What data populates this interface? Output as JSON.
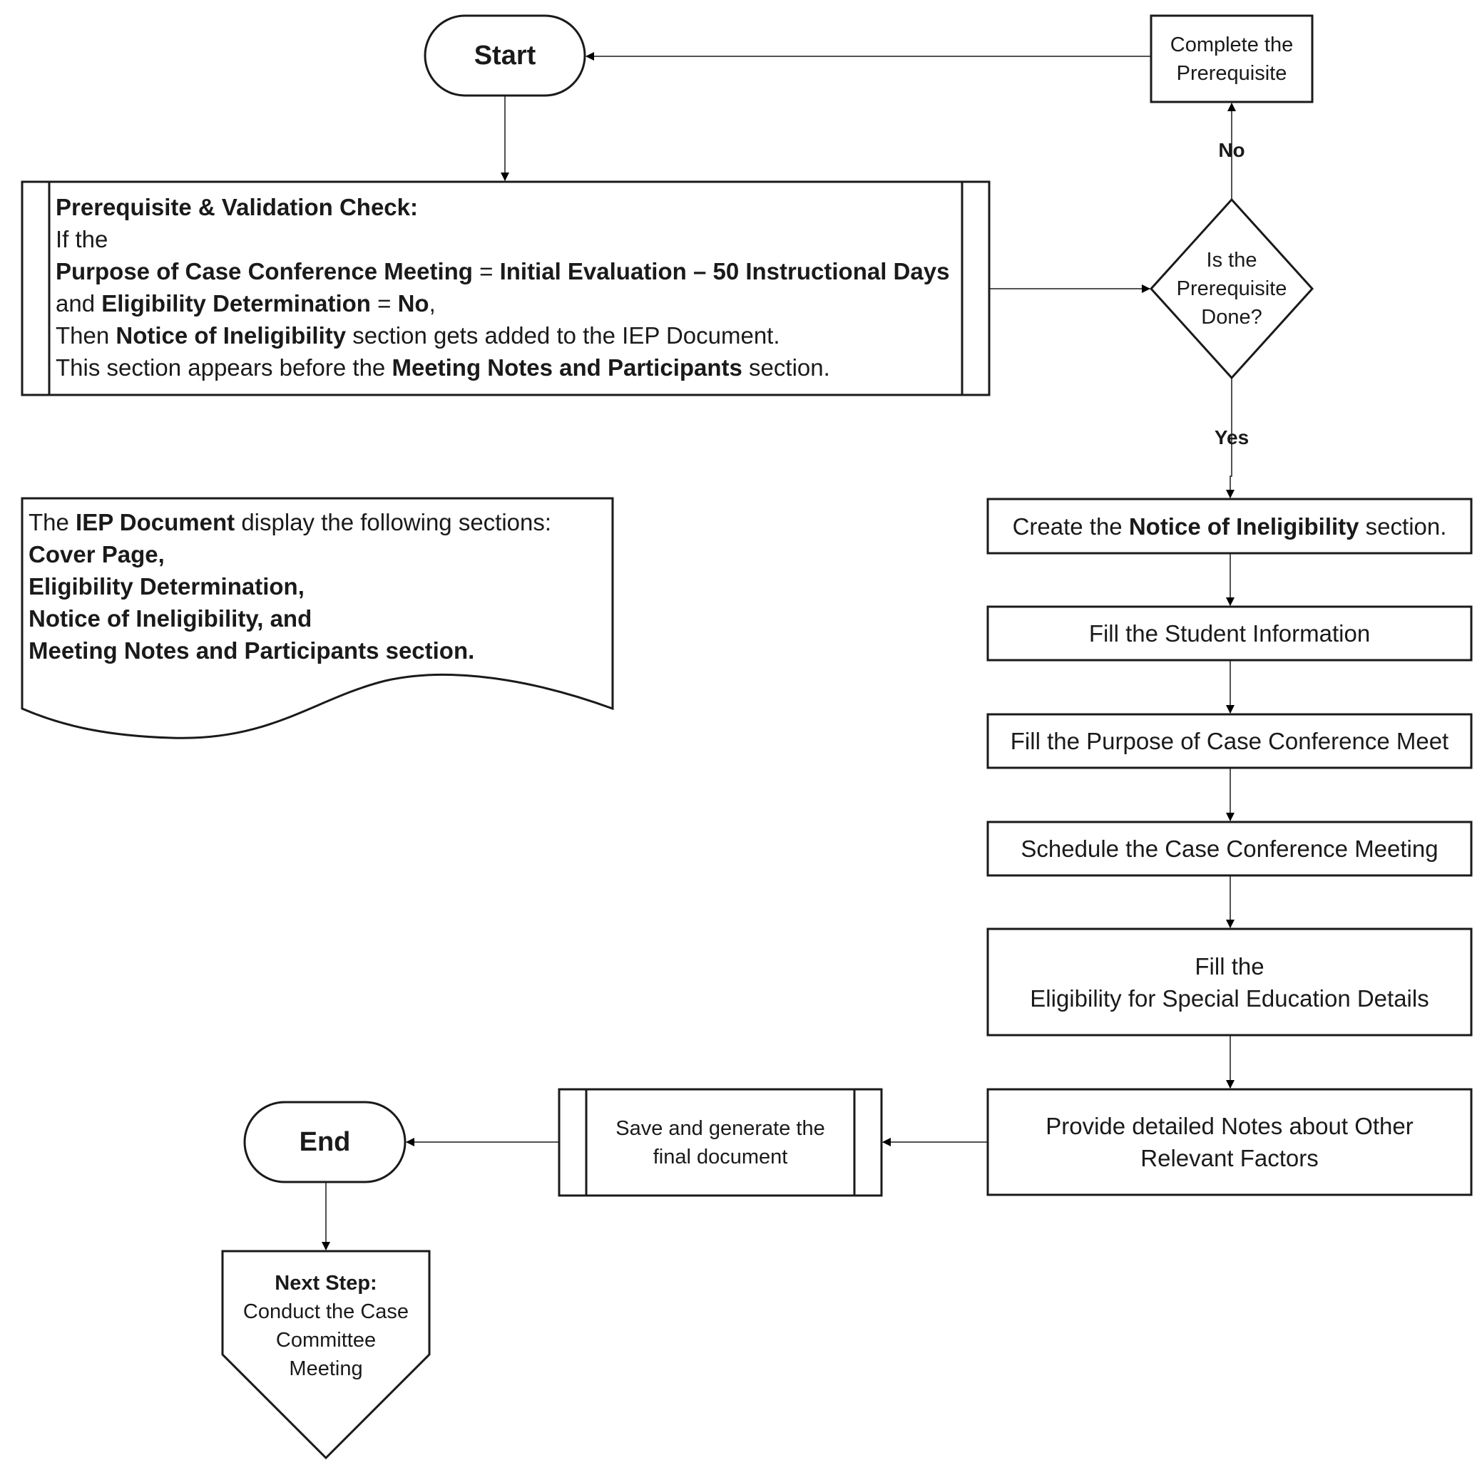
{
  "terminals": {
    "start": "Start",
    "end": "End"
  },
  "prerequisite_box": {
    "line1": "Complete the",
    "line2": "Prerequisite"
  },
  "check": {
    "title": "Prerequisite & Validation Check:",
    "if_line": "If the",
    "condition_field": "Purpose of Case Conference Meeting",
    "equals": " = ",
    "condition_value": "Initial Evaluation – 50 Instructional Days",
    "and_text": "and ",
    "eligibility_field": "Eligibility Determination",
    "eligibility_value": "No",
    "comma": ",",
    "then_text": "Then ",
    "notice_section": "Notice of Ineligibility",
    "then_rest": " section gets added to the IEP Document.",
    "appears_text": "This section appears before the ",
    "meeting_section": "Meeting Notes and Participants",
    "appears_rest": " section."
  },
  "decision": {
    "line1": "Is the",
    "line2": "Prerequisite",
    "line3": "Done?",
    "no_label": "No",
    "yes_label": "Yes"
  },
  "document_note": {
    "intro_prefix": "The ",
    "intro_bold": "IEP Document",
    "intro_suffix": " display the following sections:",
    "items": [
      "Cover Page,",
      "Eligibility Determination,",
      "Notice of Ineligibility, and",
      "Meeting Notes and Participants section."
    ]
  },
  "steps": {
    "create_prefix": "Create the ",
    "create_bold": "Notice of Ineligibility",
    "create_suffix": " section.",
    "student_info": "Fill the Student Information",
    "purpose": "Fill the Purpose of Case Conference Meet",
    "schedule": "Schedule the Case Conference Meeting",
    "eligibility_line1": "Fill the",
    "eligibility_line2": "Eligibility for Special Education Details",
    "notes_line1": "Provide detailed Notes about Other",
    "notes_line2": "Relevant Factors",
    "save_line1": "Save and generate the",
    "save_line2": "final document"
  },
  "next_step": {
    "title": "Next Step:",
    "line1": "Conduct the Case",
    "line2": "Committee",
    "line3": "Meeting"
  }
}
